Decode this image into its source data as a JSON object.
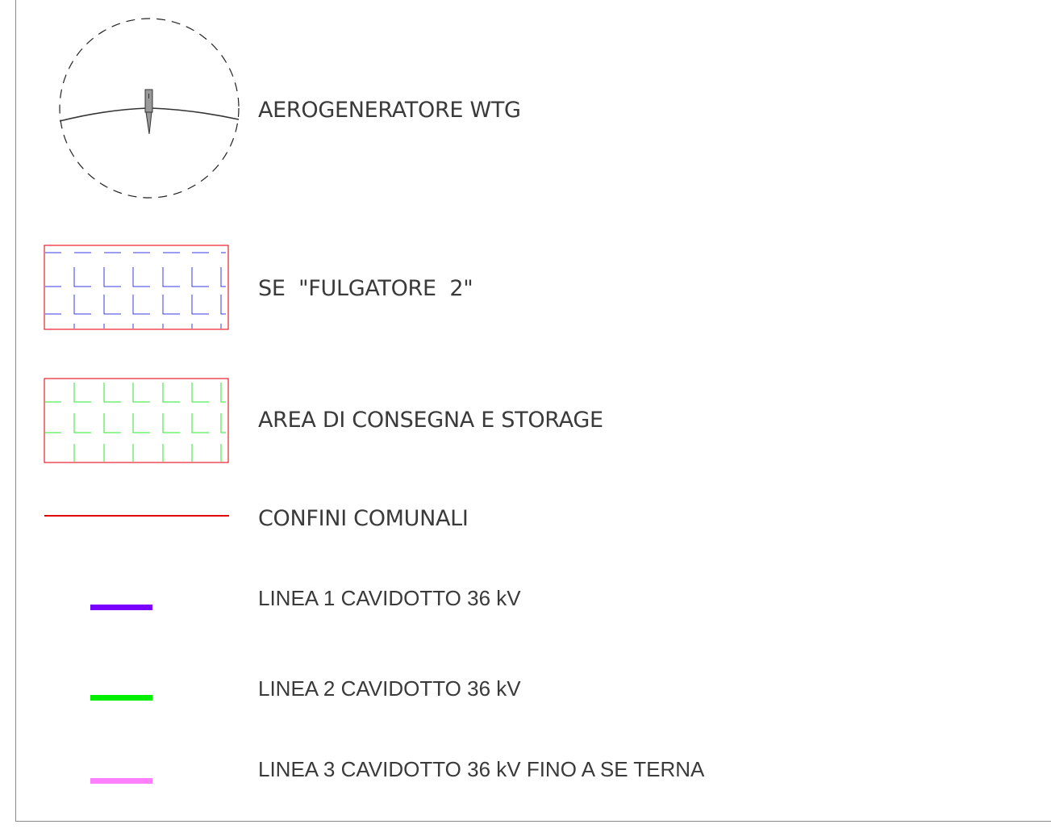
{
  "legend": {
    "items": [
      {
        "id": "wtg",
        "label": "AEROGENERATORE WTG",
        "symbol": "wind-turbine"
      },
      {
        "id": "se",
        "label": "SE  \"FULGATORE  2\"",
        "symbol": "hatched-rect",
        "border_color": "#e8202a",
        "hatch_color": "#3a3ae0"
      },
      {
        "id": "consegna",
        "label": "AREA DI CONSEGNA E STORAGE",
        "symbol": "hatched-rect",
        "border_color": "#e8202a",
        "hatch_color": "#2ee82e"
      },
      {
        "id": "confini",
        "label": "CONFINI COMUNALI",
        "symbol": "thin-line",
        "color": "#e00000"
      },
      {
        "id": "linea1",
        "label": "LINEA 1 CAVIDOTTO 36 kV",
        "symbol": "thick-line",
        "color": "#7a00ff"
      },
      {
        "id": "linea2",
        "label": "LINEA 2 CAVIDOTTO 36 kV",
        "symbol": "thick-line",
        "color": "#00ee00"
      },
      {
        "id": "linea3",
        "label": "LINEA 3 CAVIDOTTO 36 kV FINO A SE TERNA",
        "symbol": "thick-line",
        "color": "#ff80ff"
      }
    ]
  }
}
